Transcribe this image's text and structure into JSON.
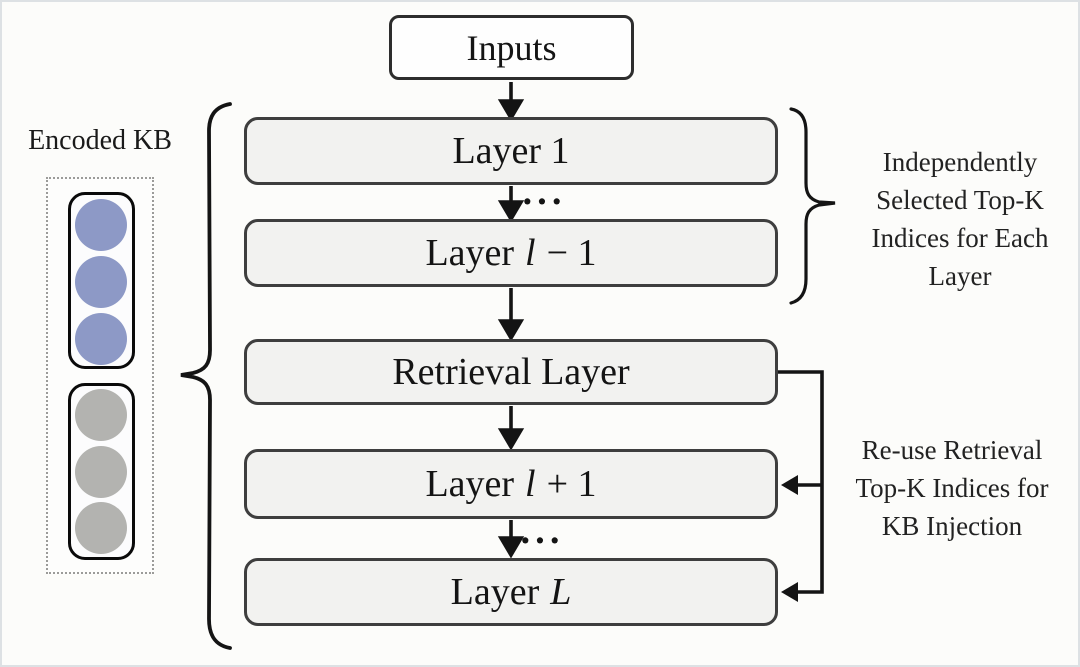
{
  "kb": {
    "label": "Encoded KB",
    "retrieved_dot_color": "#8d99c6",
    "other_dot_color": "#b3b3b0",
    "retrieved_dot_count": 3,
    "other_dot_count": 3
  },
  "flow": {
    "inputs": "Inputs",
    "layer_1": "Layer 1",
    "layer_lminus1": {
      "word": "Layer",
      "var": "l",
      "op": "− 1"
    },
    "retrieval": "Retrieval Layer",
    "layer_lplus1": {
      "word": "Layer",
      "var": "l",
      "op": "+ 1"
    },
    "layer_L": {
      "word": "Layer",
      "var": "L"
    },
    "ellipsis": "···"
  },
  "annotations": {
    "independent": {
      "lines": [
        "Independently",
        "Selected Top-K",
        "Indices for Each",
        "Layer"
      ]
    },
    "reuse": {
      "lines": [
        "Re-use Retrieval",
        "Top-K Indices for",
        "KB Injection"
      ]
    }
  },
  "colors": {
    "box_fill": "#f2f2f0",
    "box_border": "#3e3e3e",
    "line": "#141414"
  }
}
